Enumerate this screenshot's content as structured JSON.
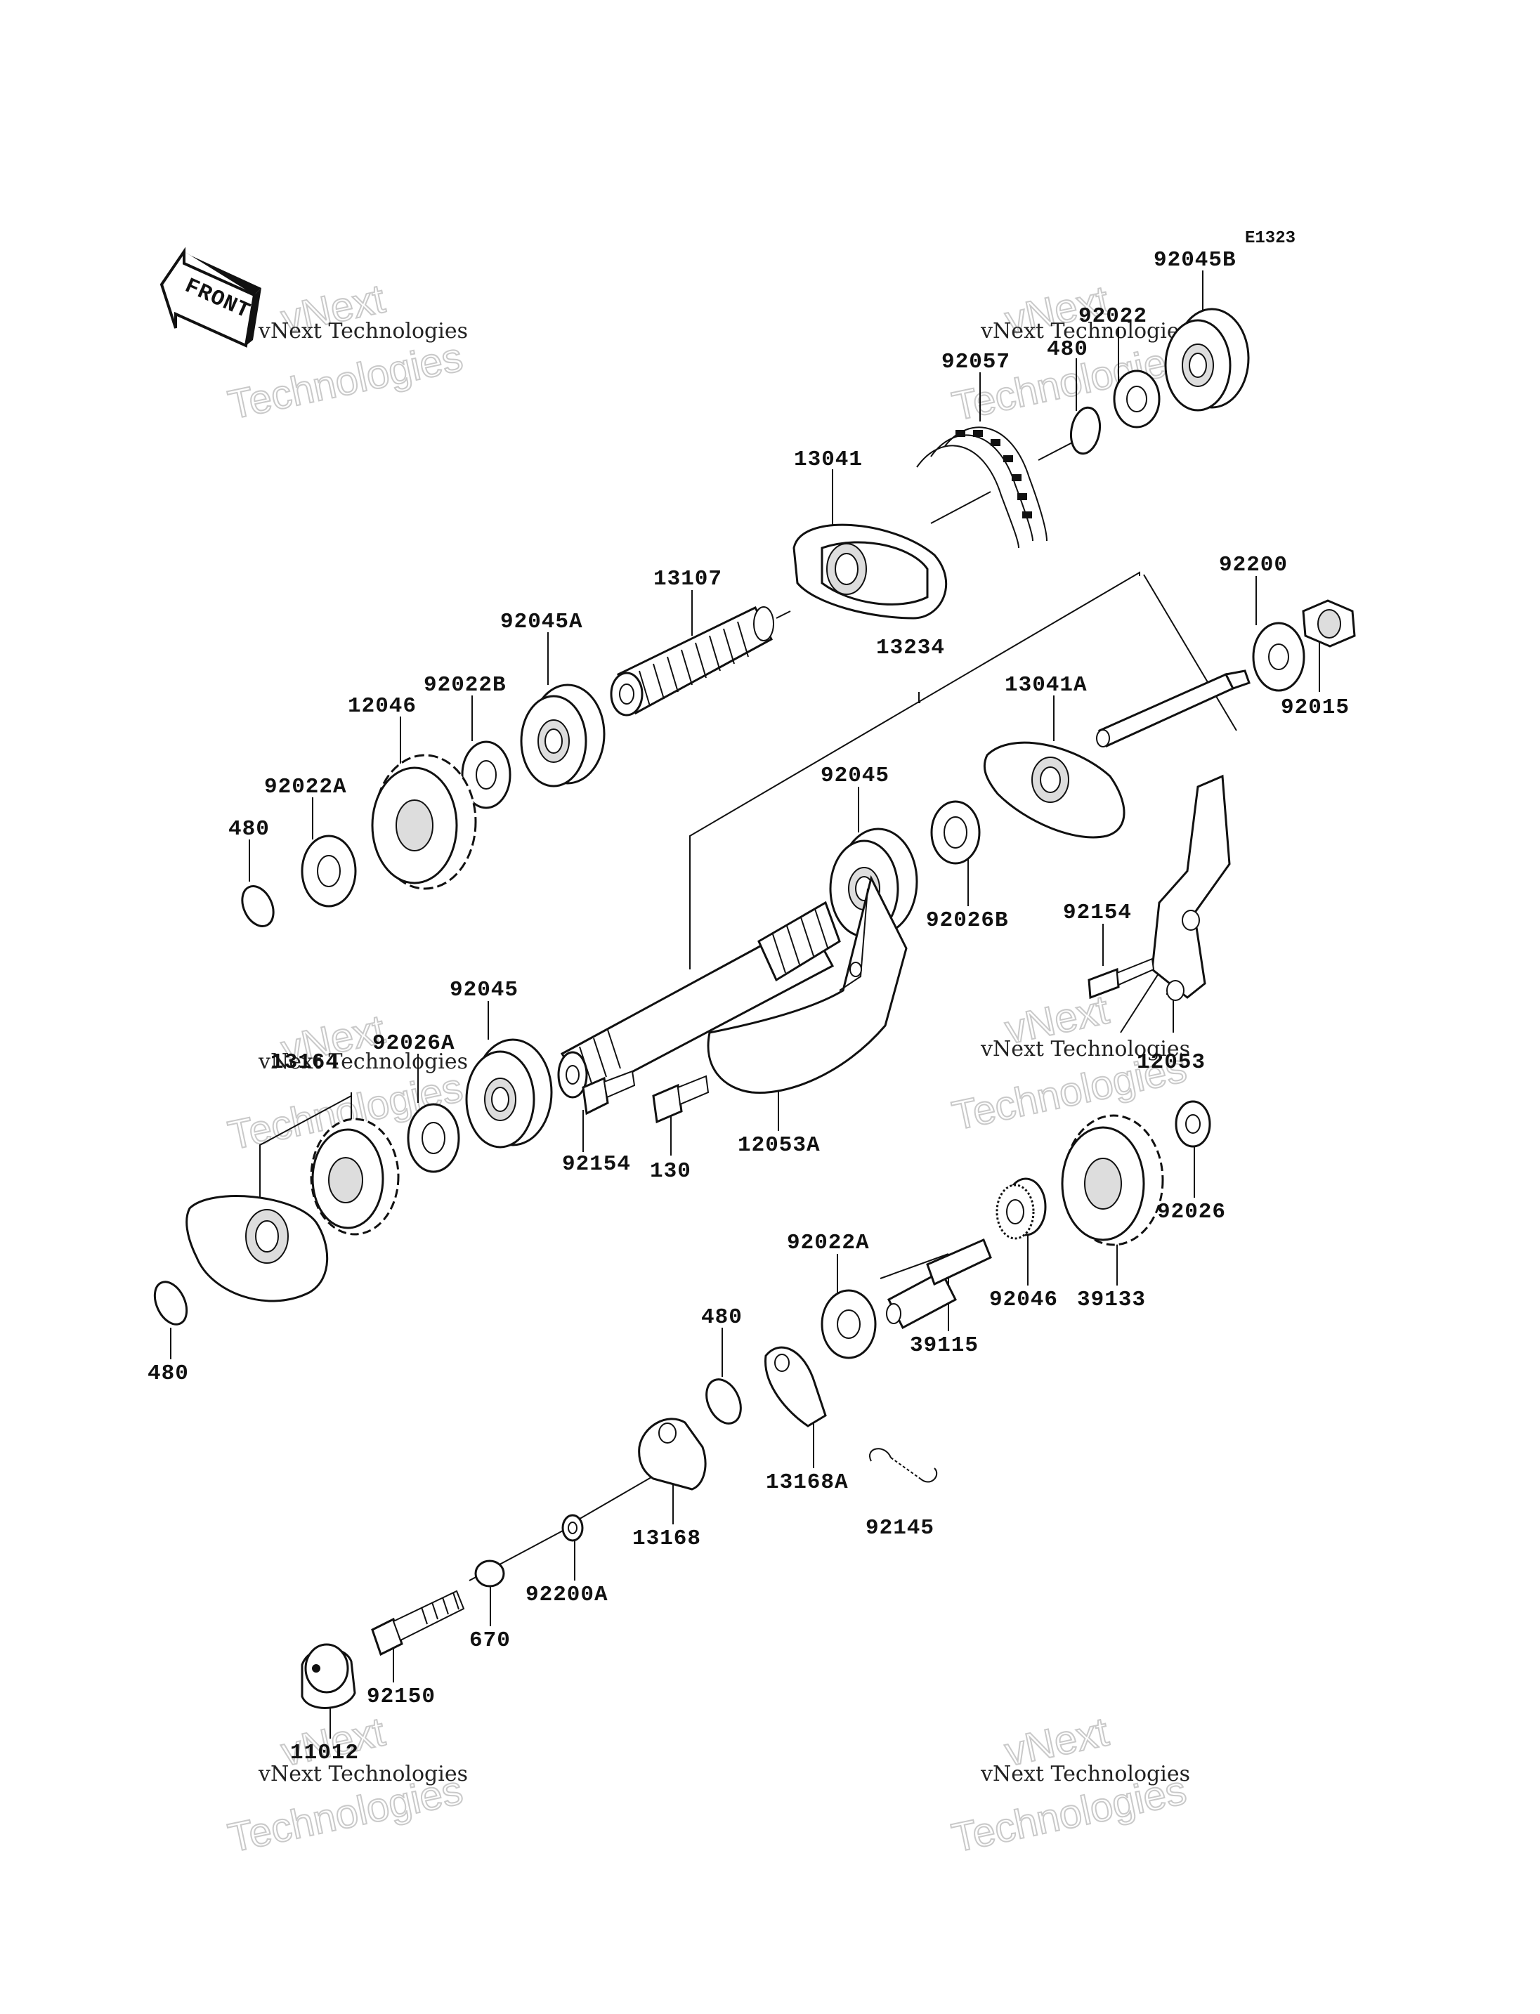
{
  "diagram": {
    "code": "E1323",
    "front_label": "FRONT",
    "watermark": {
      "small": "vNext Technologies",
      "large_top": "vNext",
      "large_bottom": "Technologies"
    },
    "parts": {
      "p92045B": "92045B",
      "p92022": "92022",
      "p480_top": "480",
      "p92057": "92057",
      "p13041": "13041",
      "p13107": "13107",
      "p92045A": "92045A",
      "p13234": "13234",
      "p92200": "92200",
      "p92015": "92015",
      "p92022B": "92022B",
      "p12046": "12046",
      "p13041A": "13041A",
      "p92022A_left": "92022A",
      "p480_left": "480",
      "p92045_mid": "92045",
      "p92026B": "92026B",
      "p92154_right": "92154",
      "p92045_lower": "92045",
      "p92026A": "92026A",
      "p13164": "13164",
      "p12053": "12053",
      "p92154_lower": "92154",
      "p130": "130",
      "p12053A": "12053A",
      "p92026": "92026",
      "p92022A_lower": "92022A",
      "p39133": "39133",
      "p92046": "92046",
      "p39115": "39115",
      "p480_mid": "480",
      "p480_bottom": "480",
      "p13168A": "13168A",
      "p92145": "92145",
      "p13168": "13168",
      "p92200A": "92200A",
      "p670": "670",
      "p92150": "92150",
      "p11012": "11012"
    }
  }
}
